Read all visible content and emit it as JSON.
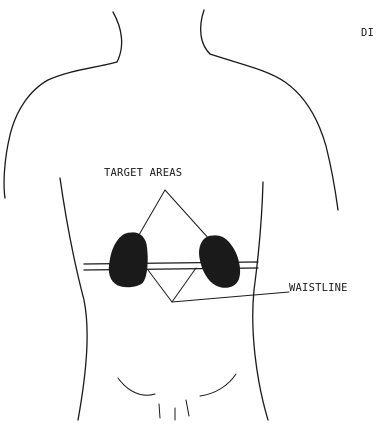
{
  "labels": {
    "corner_text": "DI",
    "target_areas": "TARGET AREAS",
    "waistline": "WAISTLINE"
  },
  "colors": {
    "ink": "#1a1a1a",
    "paper": "#ffffff"
  }
}
